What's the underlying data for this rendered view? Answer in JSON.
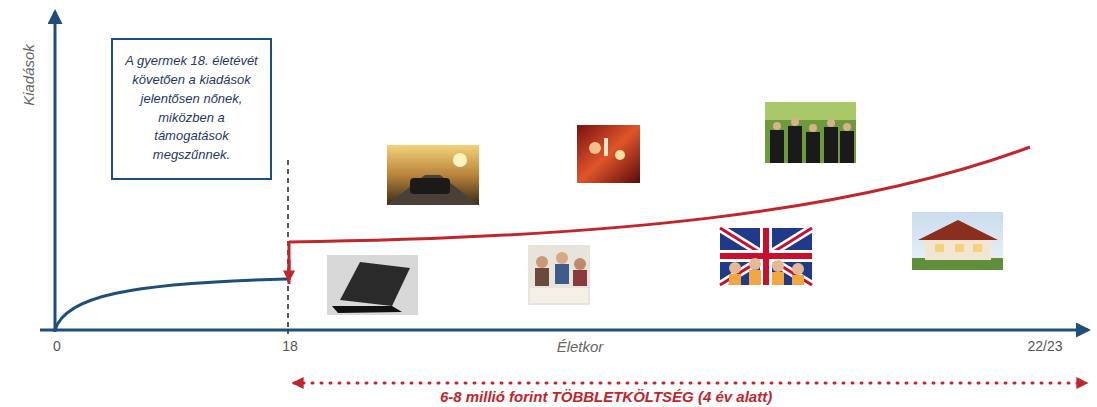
{
  "diagram": {
    "nodes": [
      {
        "text": [
          "A gyermek 18. életévét követően a kiadások jelentősen nőnek, miközben a támogatások megszűnnek."
        ]
      }
    ],
    "labels": [
      "Kiadások",
      "0",
      "18",
      "Életkor",
      "22/23",
      "6-8 millió forint TÖBBLETKÖLTSÉG (4 év alatt)"
    ]
  }
}
